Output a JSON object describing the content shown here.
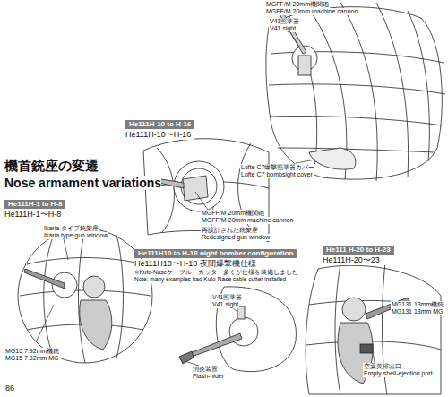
{
  "diagram": {
    "title": "機首銃座の変遷",
    "nodes": [
      {
        "text": [
          "He111H-10 to H-16",
          "He111H-10〜H-16"
        ]
      },
      {
        "text": [
          "He111H-1 to H-8",
          "He111H-1〜H-8"
        ]
      },
      {
        "text": [
          "He111H10 to H-18 night bomber configuration",
          "He111H10〜H-18 夜間爆撃機仕様",
          "※Kuto-Naseケーブル・カッター多くが仕様を装備しました",
          "Note: many examples had Kuto-Nase cable cutter installed"
        ]
      },
      {
        "text": [
          "He111 H-20 to H-23",
          "He111H-20〜23"
        ]
      }
    ],
    "labels": [
      "MGFF/M 20mm機関砲",
      "MGFF/M 20mm machine cannon",
      "V41照準器",
      "V41 sight",
      "Lofte C7爆撃照準器カバー",
      "Lofte C7 bombsight cover",
      "Nose armament variations",
      "Ikaria タイプ銃架座",
      "Ikaria type gun window",
      "MG15 7.92mm機銃",
      "MG15 7.92mm MG",
      "MGFF/M 20mm機関砲",
      "MGFF/M 20mm machine cannon",
      "再設計された銃架座",
      "Redesigned gun window",
      "V41照準器",
      "V41 sight",
      "消炎装置",
      "Flash-hider",
      "MG131 13mm機銃",
      "MG131 13mm MG",
      "空薬莢排出口",
      "Empty shell-ejection port",
      "86"
    ]
  }
}
